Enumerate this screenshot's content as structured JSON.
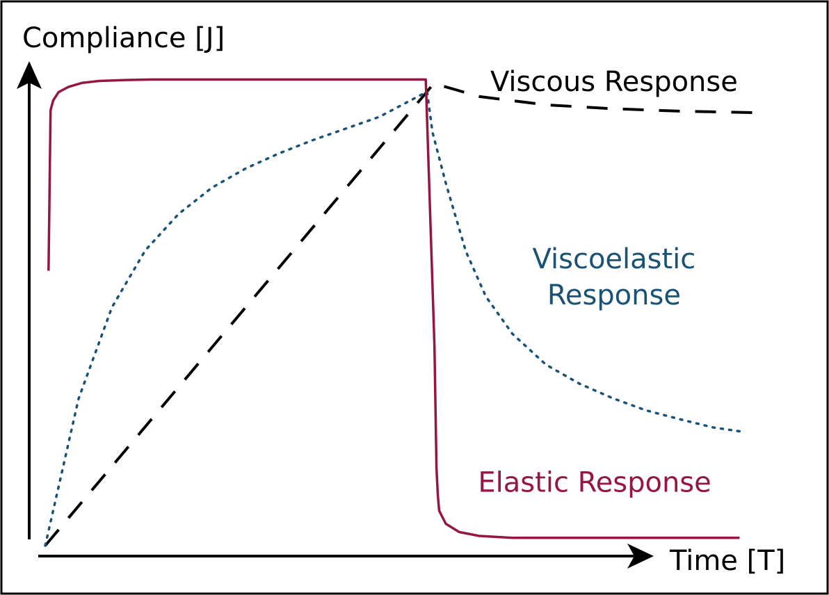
{
  "chart_data": {
    "type": "line",
    "title": "",
    "xlabel": "Time [T]",
    "ylabel": "Compliance [J]",
    "xlim": [
      0,
      10
    ],
    "ylim": [
      0,
      10
    ],
    "ticks_shown": false,
    "grid": false,
    "legend": "none; each series is labelled directly next to its curve",
    "series": [
      {
        "name": "Viscous Response",
        "color": "#000000",
        "style": "dashed",
        "x": [
          0,
          5.7,
          5.82,
          6.5,
          7.5,
          8.5,
          9.5,
          10.6
        ],
        "y": [
          0,
          9.3,
          9.5,
          9.23,
          9.06,
          8.98,
          8.93,
          8.9
        ]
      },
      {
        "name": "Viscoelastic Response",
        "color": "#1a5276",
        "style": "dotted",
        "x": [
          0,
          0.5,
          1.0,
          1.5,
          2.0,
          2.5,
          3.0,
          3.5,
          4.0,
          4.5,
          5.0,
          5.72,
          5.8,
          6.0,
          6.3,
          6.6,
          7.0,
          7.5,
          8.0,
          8.5,
          9.0,
          9.5,
          10.0,
          10.4
        ],
        "y": [
          0,
          3.02,
          4.9,
          6.07,
          6.82,
          7.36,
          7.75,
          8.06,
          8.33,
          8.57,
          8.81,
          9.33,
          8.5,
          7.45,
          6.05,
          5.12,
          4.35,
          3.72,
          3.33,
          3.03,
          2.78,
          2.6,
          2.43,
          2.35
        ]
      },
      {
        "name": "Elastic Response",
        "color": "#96163f",
        "style": "solid",
        "x": [
          0.05,
          0.08,
          0.12,
          0.2,
          0.35,
          0.55,
          0.8,
          1.2,
          1.6,
          5.7,
          5.83,
          5.86,
          5.88,
          5.9,
          6.0,
          6.2,
          6.5,
          7.0,
          10.4
        ],
        "y": [
          5.65,
          8.95,
          9.15,
          9.32,
          9.43,
          9.51,
          9.55,
          9.57,
          9.58,
          9.58,
          4.1,
          1.6,
          1.05,
          0.72,
          0.45,
          0.28,
          0.2,
          0.16,
          0.16
        ]
      }
    ],
    "annotations": [
      {
        "text": "Viscous Response",
        "color": "#000000",
        "x": 8.52,
        "y": 9.34
      },
      {
        "text": "Viscoelastic",
        "color": "#1a5276",
        "x": 8.52,
        "y": 5.7
      },
      {
        "text": "Response",
        "color": "#1a5276",
        "x": 8.52,
        "y": 4.96
      },
      {
        "text": "Elastic Response",
        "color": "#96163f",
        "x": 8.23,
        "y": 1.11
      }
    ]
  }
}
